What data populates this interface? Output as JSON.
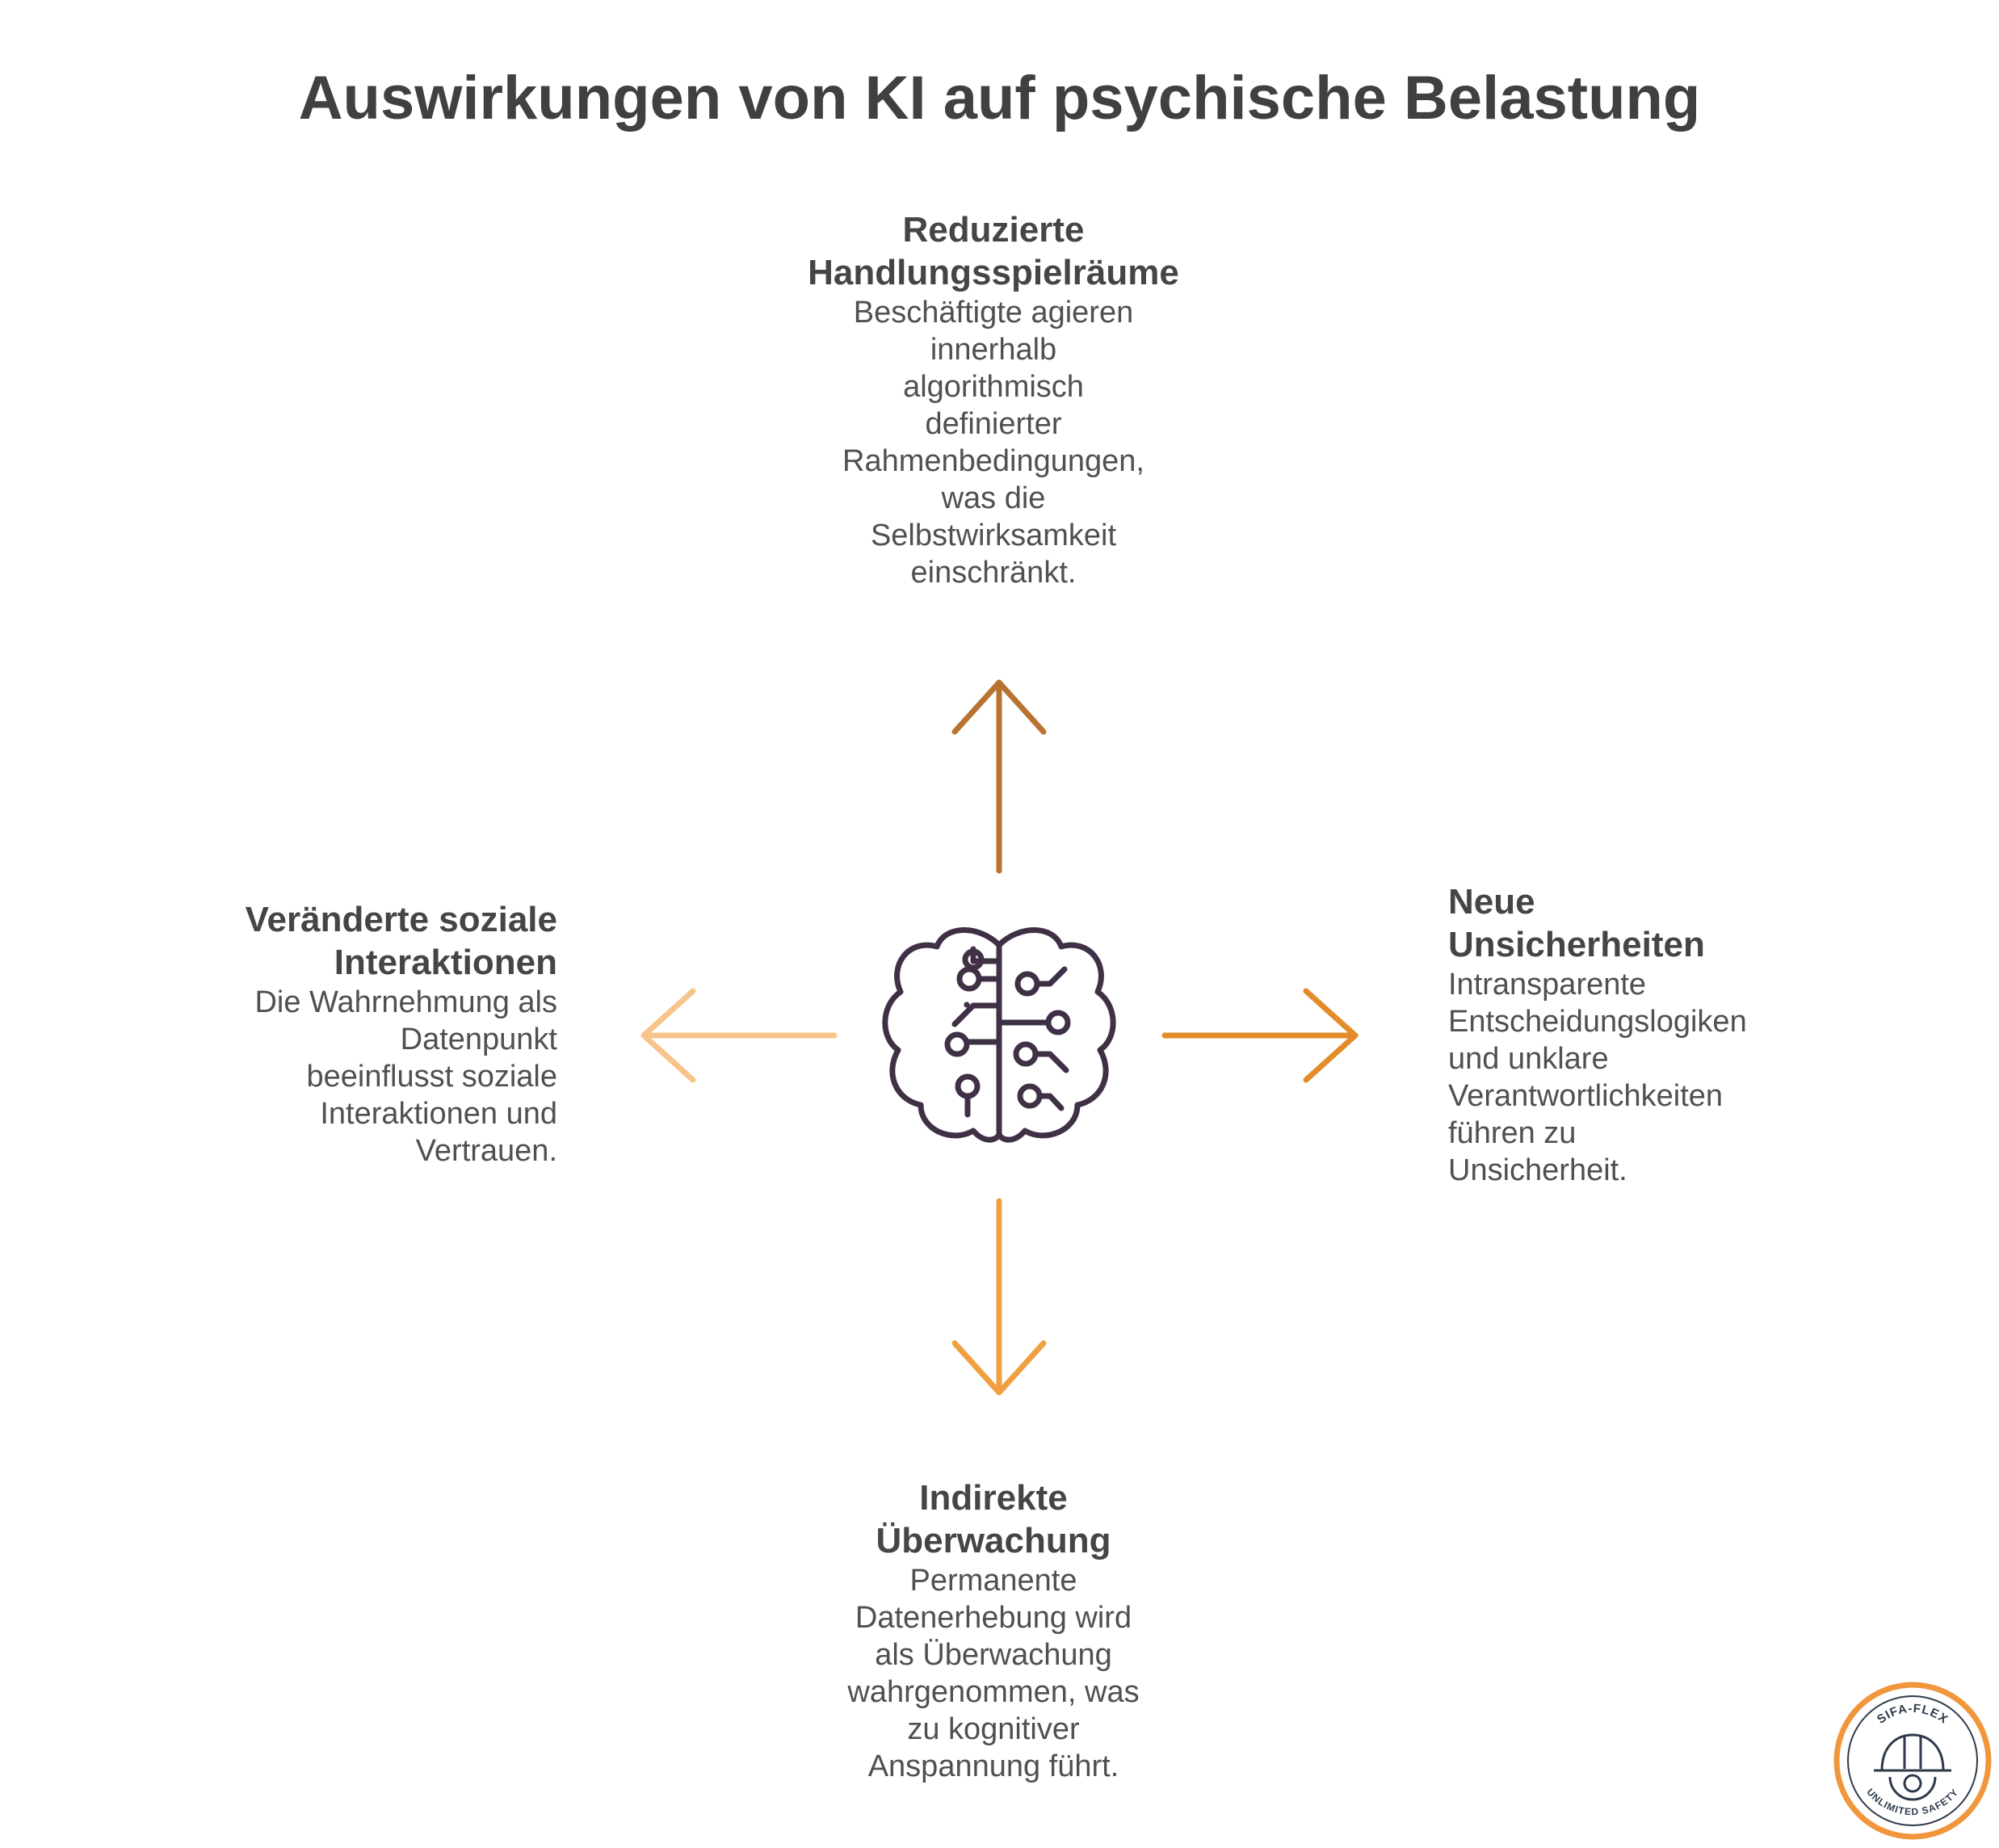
{
  "title": "Auswirkungen von KI auf psychische Belastung",
  "center_icon": "brain-circuit-icon",
  "colors": {
    "arrow_up": "#b87333",
    "arrow_right": "#e38c2a",
    "arrow_down": "#f0a040",
    "arrow_left": "#f7c58a",
    "icon": "#3f3046",
    "logo_ring": "#f0963c"
  },
  "effects": {
    "top": {
      "heading": [
        "Reduzierte",
        "Handlungsspielräume"
      ],
      "text": [
        "Beschäftigte agieren",
        "innerhalb",
        "algorithmisch",
        "definierter",
        "Rahmenbedingungen,",
        "was die",
        "Selbstwirksamkeit",
        "einschränkt."
      ]
    },
    "right": {
      "heading": [
        "Neue",
        "Unsicherheiten"
      ],
      "text": [
        "Intransparente",
        "Entscheidungslogiken",
        "und unklare",
        "Verantwortlichkeiten",
        "führen zu",
        "Unsicherheit."
      ]
    },
    "left": {
      "heading": [
        "Veränderte soziale",
        "Interaktionen"
      ],
      "text": [
        "Die Wahrnehmung als",
        "Datenpunkt",
        "beeinflusst soziale",
        "Interaktionen und",
        "Vertrauen."
      ]
    },
    "bottom": {
      "heading": [
        "Indirekte",
        "Überwachung"
      ],
      "text": [
        "Permanente",
        "Datenerhebung wird",
        "als Überwachung",
        "wahrgenommen, was",
        "zu kognitiver",
        "Anspannung führt."
      ]
    }
  },
  "logo": {
    "icon": "hardhat-gear-logo-icon",
    "top_text": "SIFA-FLEX",
    "bottom_text": "UNLIMITED SAFETY"
  }
}
